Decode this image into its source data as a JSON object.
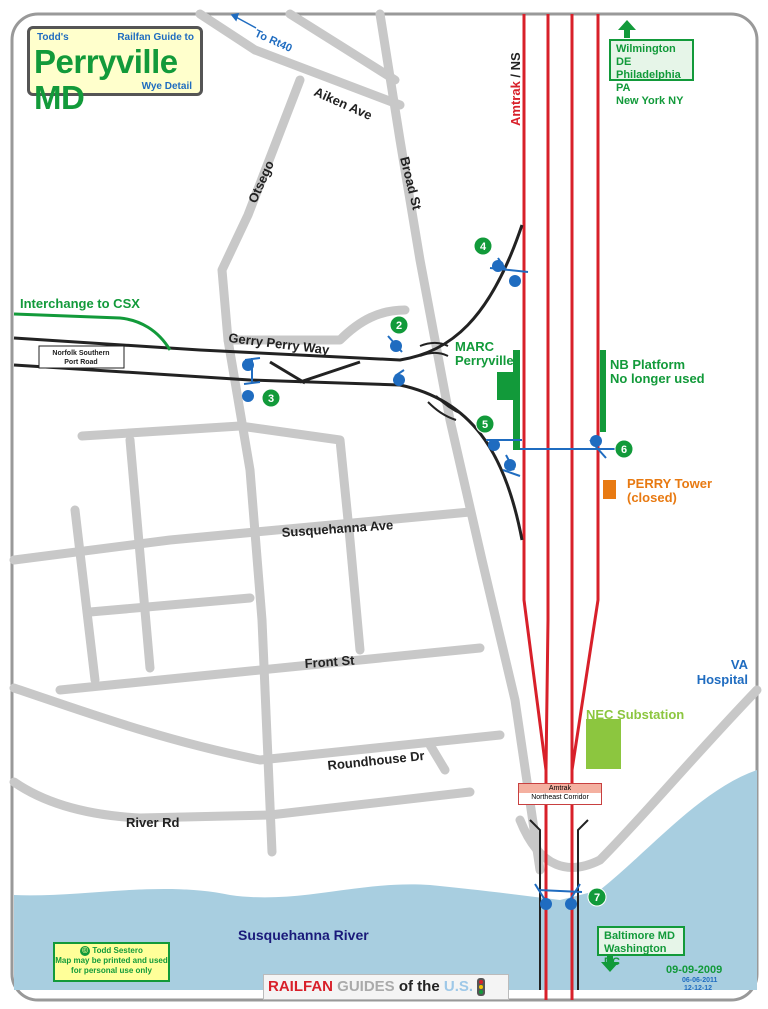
{
  "title": {
    "owner": "Todd's",
    "series": "Railfan Guide to",
    "name": "Perryville MD",
    "subtitle": "Wye Detail"
  },
  "streets": {
    "to_rt40": "To Rt40",
    "aiken": "Aiken Ave",
    "otsego": "Otsego",
    "broad": "Broad St",
    "gerry_perry": "Gerry Perry Way",
    "susquehanna_ave": "Susquehanna Ave",
    "front": "Front St",
    "roundhouse": "Roundhouse Dr",
    "river_rd": "River Rd"
  },
  "rail": {
    "amtrak": "Amtrak",
    "slash": " / ",
    "ns": "NS",
    "interchange": "Interchange to CSX",
    "ns_port_road_1": "Norfolk Southern",
    "ns_port_road_2": "Port Road",
    "nec_1": "Amtrak",
    "nec_2": "Northeast Corridor"
  },
  "places": {
    "marc_1": "MARC",
    "marc_2": "Perryville",
    "nb_platform_1": "NB Platform",
    "nb_platform_2": "No longer used",
    "perry_tower_1": "PERRY Tower",
    "perry_tower_2": "(closed)",
    "va_1": "VA",
    "va_2": "Hospital",
    "substation": "NEC Substation",
    "river": "Susquehanna River"
  },
  "directions": {
    "north_1": "Wilmington DE",
    "north_2": "Philadelphia PA",
    "north_3": "New York NY",
    "south_1": "Baltimore MD",
    "south_2": "Washington DC"
  },
  "viewpoints": [
    "2",
    "3",
    "4",
    "5",
    "6",
    "7"
  ],
  "footer": {
    "copyright": "Todd Sestero",
    "copy_symbol": "©",
    "permission": "Map may be printed and used for personal use only",
    "brand_railfan": "RAILFAN",
    "brand_guides": "GUIDES",
    "brand_of_the": "of the",
    "brand_us": "U.S.",
    "date_main": "09-09-2009",
    "date_2": "06-06-2011",
    "date_3": "12-12-12"
  },
  "colors": {
    "road": "#c8c8c8",
    "ns_track": "#222222",
    "amtrak_track": "#d8202a",
    "green": "#129a3a",
    "blue": "#1f6cc0",
    "water": "#a8cee0",
    "tower": "#e87a12",
    "substation": "#8cc63f"
  }
}
